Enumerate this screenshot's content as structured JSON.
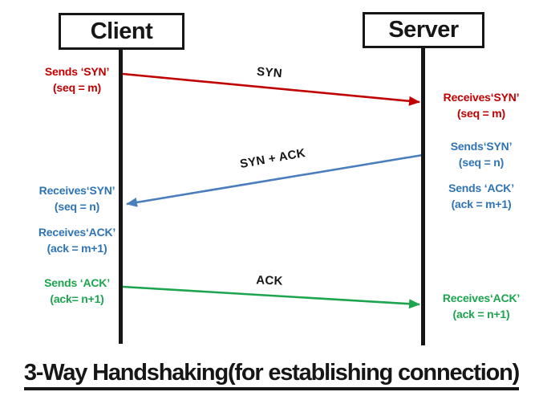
{
  "diagram": {
    "title": "3-Way Handshaking(for establishing connection)",
    "actors": {
      "client": "Client",
      "server": "Server"
    },
    "messages": [
      {
        "name": "syn",
        "label": "SYN",
        "from": "client",
        "to": "server",
        "color": "red"
      },
      {
        "name": "syn-ack",
        "label": "SYN + ACK",
        "from": "server",
        "to": "client",
        "color": "blue"
      },
      {
        "name": "ack",
        "label": "ACK",
        "from": "client",
        "to": "server",
        "color": "green"
      }
    ],
    "client_notes": [
      {
        "line1": "Sends ‘SYN’",
        "line2": "(seq = m)",
        "color": "red"
      },
      {
        "line1": "Receives‘SYN’",
        "line2": "(seq = n)",
        "color": "blue"
      },
      {
        "line1": "Receives‘ACK’",
        "line2": "(ack = m+1)",
        "color": "blue"
      },
      {
        "line1": "Sends ‘ACK’",
        "line2": "(ack= n+1)",
        "color": "green"
      }
    ],
    "server_notes": [
      {
        "line1": "Receives‘SYN’",
        "line2": "(seq = m)",
        "color": "red"
      },
      {
        "line1": "Sends‘SYN’",
        "line2": "(seq = n)",
        "color": "blue"
      },
      {
        "line1": "Sends ‘ACK’",
        "line2": "(ack = m+1)",
        "color": "blue"
      },
      {
        "line1": "Receives‘ACK’",
        "line2": "(ack = n+1)",
        "color": "green"
      }
    ],
    "colors": {
      "red": "#c00000",
      "blue": "#2e74b5",
      "blue_arrow": "#4a7ebd",
      "green": "#1ca44f",
      "black": "#161616"
    }
  }
}
